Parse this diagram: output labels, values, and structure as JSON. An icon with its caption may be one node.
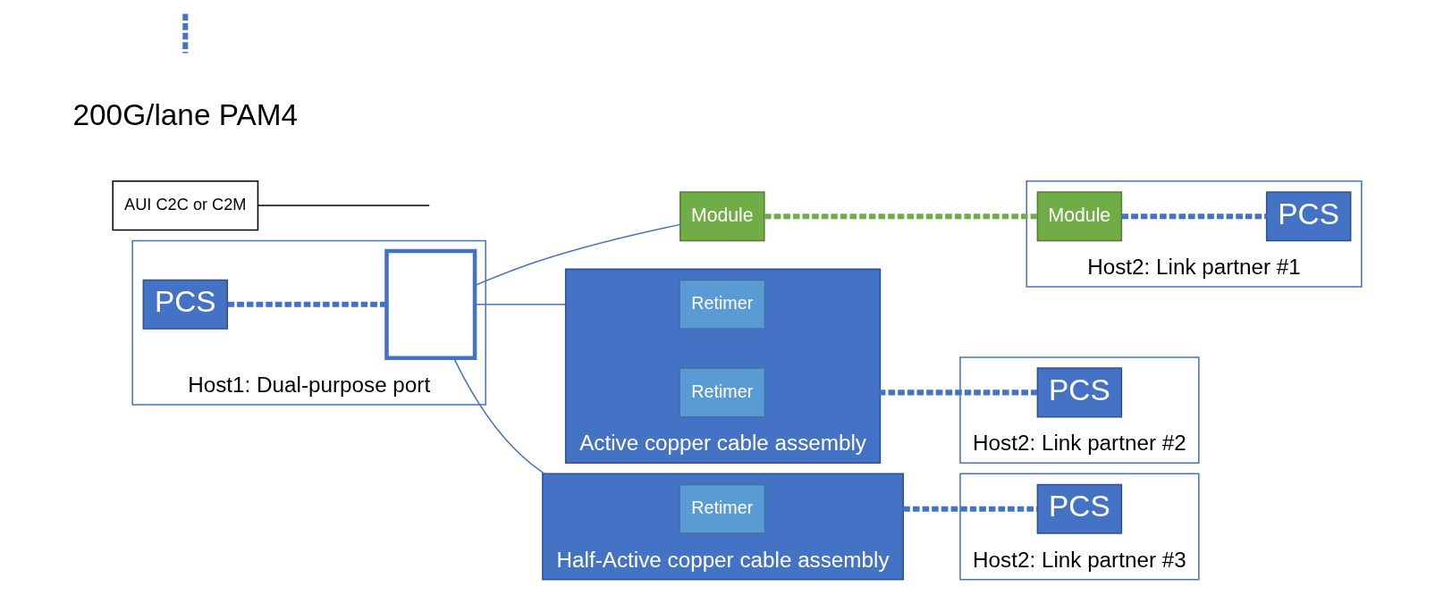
{
  "diagram": {
    "nodes": [
      {
        "text": [
          "Host1: Dual-purpose port"
        ]
      },
      {
        "text": [
          "PCS"
        ],
        "in": 0
      },
      {
        "text": [],
        "shape": "box",
        "in": 0
      },
      {
        "text": [
          "AUI C2C or C2M"
        ]
      },
      {
        "text": [
          "Module"
        ]
      },
      {
        "text": [
          "Host2: Link partner #1"
        ]
      },
      {
        "text": [
          "Module"
        ],
        "in": 5
      },
      {
        "text": [
          "PCS"
        ],
        "in": 5
      },
      {
        "text": [
          "Active copper cable assembly"
        ]
      },
      {
        "text": [
          "Retimer"
        ],
        "in": 8
      },
      {
        "text": [
          "Retimer"
        ],
        "in": 8
      },
      {
        "text": [
          "Host2: Link partner #2"
        ]
      },
      {
        "text": [
          "PCS"
        ],
        "in": 11
      },
      {
        "text": [
          "Half-Active copper cable assembly"
        ]
      },
      {
        "text": [
          "Retimer"
        ],
        "in": 13
      },
      {
        "text": [
          "Host2: Link partner #3"
        ]
      },
      {
        "text": [
          "PCS"
        ],
        "in": 15
      }
    ],
    "edges": [
      {
        "from": 1,
        "to": 2,
        "arrow": "none",
        "style": "dashed"
      },
      {
        "from": 3,
        "to": null,
        "arrow": "none",
        "color": "#000000"
      },
      {
        "from": 2,
        "to": 4,
        "arrow": "none"
      },
      {
        "from": 2,
        "to": 8,
        "arrow": "none"
      },
      {
        "from": 2,
        "to": 13,
        "arrow": "none"
      },
      {
        "from": 4,
        "to": 6,
        "arrow": "none",
        "style": "dashed",
        "color": "#70ad47"
      },
      {
        "from": 6,
        "to": 7,
        "arrow": "none",
        "style": "dashed"
      },
      {
        "from": 10,
        "to": 12,
        "arrow": "none",
        "style": "dashed"
      },
      {
        "from": 13,
        "to": 16,
        "arrow": "none",
        "style": "dashed"
      }
    ],
    "legend": [
      {
        "text": "200G/lane PAM4"
      }
    ]
  }
}
